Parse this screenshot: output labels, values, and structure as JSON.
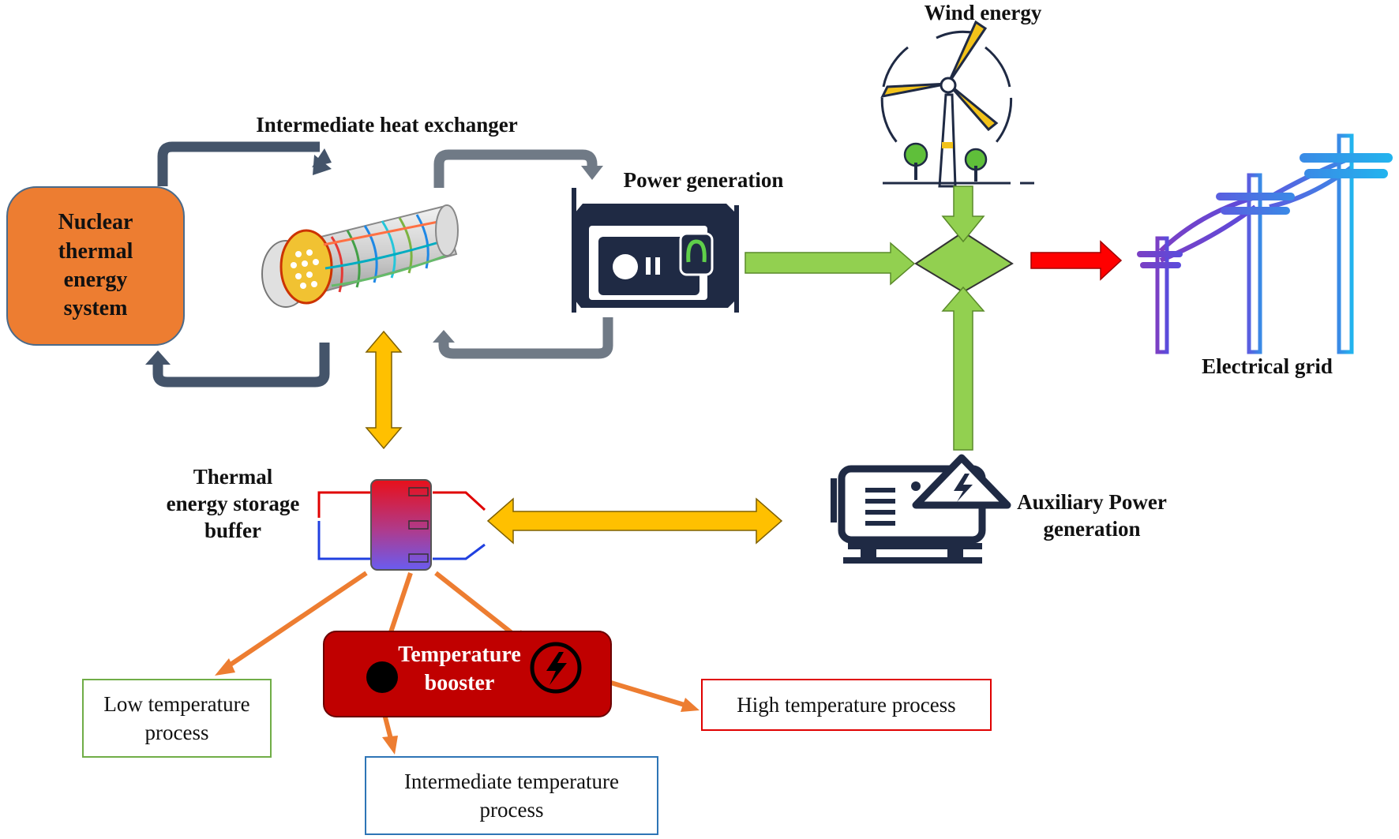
{
  "nodes": {
    "nuclear": "Nuclear thermal energy system",
    "heat_exchanger": "Intermediate heat exchanger",
    "power_generation": "Power generation",
    "wind_energy": "Wind energy",
    "electrical_grid": "Electrical grid",
    "storage_line1": "Thermal",
    "storage_line2": "energy storage",
    "storage_line3": "buffer",
    "aux_line1": "Auxiliary Power",
    "aux_line2": "generation",
    "booster_line1": "Temperature",
    "booster_line2": "booster",
    "low_temp": "Low temperature process",
    "intermediate_temp": "Intermediate temperature process",
    "high_temp": "High temperature process"
  },
  "colors": {
    "nuclear_fill": "#ed7d31",
    "booster_fill": "#c00000",
    "flow_arrow": "#92d050",
    "grid_arrow": "#ff0000",
    "storage_arrow": "#ffc000",
    "process_arrow": "#ed7d31",
    "loop_arrow": "#44546a",
    "low_box_border": "#70ad47",
    "intermediate_box_border": "#2e75b6",
    "high_box_border": "#e00000"
  }
}
